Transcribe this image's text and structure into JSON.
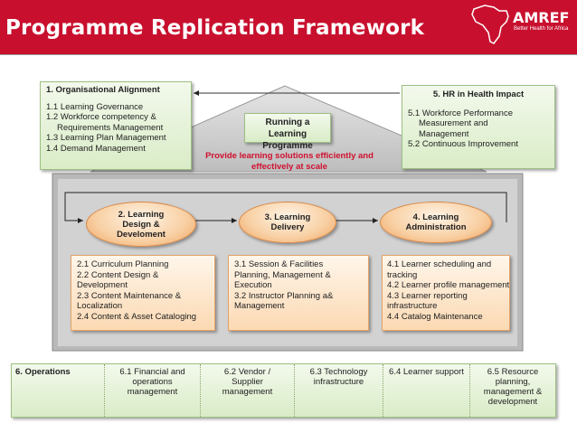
{
  "title": "Programme Replication Framework",
  "logo": {
    "name": "AMREF",
    "tagline": "Better Health for Africa"
  },
  "colors": {
    "header": "#c8102e",
    "green_box": "#d9ecc7",
    "orange_box": "#fbd9b3",
    "red_text": "#d0102e"
  },
  "center": {
    "title_line1": "Running a Learning",
    "title_line2": "Programme",
    "tagline_line1": "Provide learning solutions efficiently and",
    "tagline_line2": "effectively at scale"
  },
  "org": {
    "title": "1.   Organisational Alignment",
    "items": [
      "1.1 Learning Governance",
      "1.2 Workforce competency &",
      "Requirements Management",
      "1.3 Learning Plan Management",
      "1.4 Demand Management"
    ]
  },
  "hr": {
    "title": "5. HR in Health Impact",
    "items": [
      "5.1 Workforce Performance",
      "Measurement and",
      "Management",
      "5.2 Continuous Improvement"
    ]
  },
  "stages": [
    {
      "line1": "2. Learning",
      "line2": "Design &",
      "line3": "Develoment"
    },
    {
      "line1": "3. Learning",
      "line2": "Delivery"
    },
    {
      "line1": "4. Learning",
      "line2": "Administration"
    }
  ],
  "design_items": [
    "2.1 Curriculum Planning",
    "2.2 Content Design &",
    "Development",
    "2.3 Content Maintenance &",
    "Localization",
    "2.4 Content & Asset Cataloging"
  ],
  "delivery_items": [
    "3.1 Session & Facilities",
    "Planning, Management &",
    "Execution",
    "3.2 Instructor Planning a&",
    "Management"
  ],
  "admin_items": [
    "4.1 Learner scheduling and",
    "tracking",
    "4.2 Learner profile management",
    "4.3 Learner reporting",
    "infrastructure",
    "4.4 Catalog Maintenance"
  ],
  "operations": {
    "title": "6. Operations",
    "cells": [
      [
        "6.1 Financial and",
        "operations",
        "management"
      ],
      [
        "6.2 Vendor /",
        "Supplier",
        "management"
      ],
      [
        "6.3 Technology",
        "infrastructure"
      ],
      [
        "6.4 Learner support"
      ],
      [
        "6.5 Resource",
        "planning,",
        "management &",
        "development"
      ]
    ]
  }
}
